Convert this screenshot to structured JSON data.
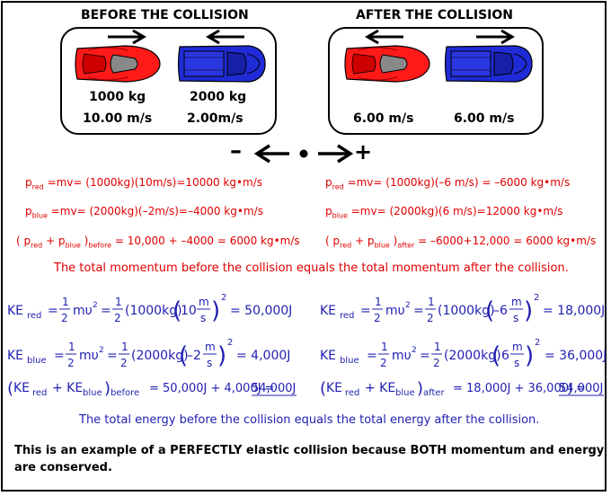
{
  "before": {
    "title": "BEFORE THE COLLISION",
    "red_mass": "1000 kg",
    "red_velocity": "10.00 m/s",
    "blue_mass": "2000 kg",
    "blue_velocity": "2.00m/s"
  },
  "after": {
    "title": "AFTER THE COLLISION",
    "red_velocity": "6.00 m/s",
    "blue_velocity": "6.00 m/s"
  },
  "sign_convention": {
    "minus": "–",
    "plus": "+"
  },
  "momentum": {
    "p_red_before": {
      "sub": "red",
      "rest": " =mv= (1000kg)(10m/s)=10000 kg•m/s"
    },
    "p_blue_before": {
      "sub": "blue",
      "rest": " =mv= (2000kg)(–2m/s)=–4000 kg•m/s"
    },
    "p_total_before": {
      "sub": "before",
      "rest": " = 10,000 + –4000 = 6000 kg•m/s"
    },
    "p_red_after": {
      "sub": "red",
      "rest": " =mv= (1000kg)(–6 m/s) = –6000 kg•m/s"
    },
    "p_blue_after": {
      "sub": "blue",
      "rest": " =mv= (2000kg)(6 m/s)=12000 kg•m/s"
    },
    "p_total_after": {
      "sub": "after",
      "rest": " = –6000+12,000 = 6000 kg•m/s"
    },
    "statement": "The total momentum before the collision equals the total momentum after the collision."
  },
  "energy": {
    "ke_red_before": {
      "sub": "red",
      "mass": "(1000kg)",
      "vel_coef": "10",
      "result": "= 50,000J"
    },
    "ke_blue_before": {
      "sub": "blue",
      "mass": "(2000kg)",
      "vel_coef": "–2",
      "result": "= 4,000J"
    },
    "ke_total_before": {
      "sub": "before",
      "middle": "= 50,000J + 4,000J =",
      "result": "54,000J"
    },
    "ke_red_after": {
      "sub": "red",
      "mass": "(1000kg)",
      "vel_coef": "–6",
      "result": "= 18,000J"
    },
    "ke_blue_after": {
      "sub": "blue",
      "mass": "(2000kg)",
      "vel_coef": "6",
      "result": "= 36,000J"
    },
    "ke_total_after": {
      "sub": "after",
      "middle": "= 18,000J + 36,000J =",
      "result": "54,000J"
    },
    "statement": "The total energy before the collision equals the total energy after the collision."
  },
  "conclusion": {
    "line1": "This is an example of a PERFECTLY elastic collision because BOTH momentum and energy",
    "line2": "are conserved."
  },
  "colors": {
    "red": "#e00000",
    "blue": "#1f1fb0",
    "car_red": "#ff1a1a",
    "car_blue": "#1f2bd6"
  }
}
